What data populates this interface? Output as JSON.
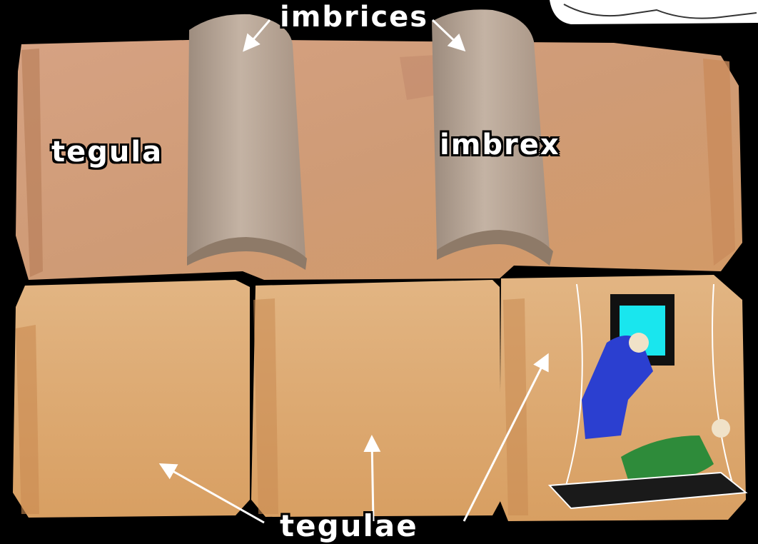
{
  "labels": {
    "top": "imbrices",
    "left": "tegula",
    "right": "imbrex",
    "bottom": "tegulae"
  },
  "colors": {
    "background": "#000000",
    "tile_terracotta": "#d9a66c",
    "tile_top_row": "#cf9a73",
    "imbrex_grey": "#b7a596",
    "figure_blue_tunic": "#2b3fd0",
    "figure_green_tunic": "#2e8b3a",
    "window_cyan": "#19e6ee",
    "mattress": "#1a1a1a",
    "arrow": "#ffffff"
  },
  "illustration": {
    "subject": "two figures: one in blue tunic reaching down to a man in green lying on a mattress, lowered by ropes below a window"
  },
  "top_right_image": {
    "subject": "small line drawing of tiled roof profile"
  }
}
